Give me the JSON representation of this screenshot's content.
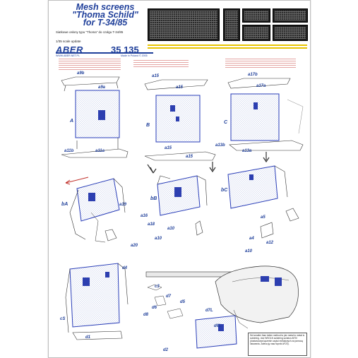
{
  "header": {
    "title_line1": "Mesh screens",
    "title_line2": "\"Thoma Schild\"",
    "title_line3": "for T-34/85",
    "subtitle": "Siatkowe osłony typu \"Thoma\" do czołgu T-34/85",
    "scale": "1/35 scale update",
    "brand": "ABER",
    "code": "35 135",
    "website": "WWW.ABER.NET.PL",
    "made_in": "Made in Poland © 2005"
  },
  "labels": {
    "a9b": "a9b",
    "a9a": "a9a",
    "A": "A",
    "a11b": "a11b",
    "a11a": "a11a",
    "a15_top": "a15",
    "a15a": "a15",
    "B": "B",
    "a15_b1": "a15",
    "a15_b2": "a15",
    "a17b": "a17b",
    "a17a": "a17a",
    "C": "C",
    "a13b": "a13b",
    "a13a": "a13a",
    "bA": "bA",
    "bB": "bB",
    "bC": "bC",
    "a19": "a19",
    "a16": "a16",
    "a18": "a18",
    "a10_1": "a10",
    "a10_2": "a10",
    "a20": "a20",
    "a12": "a12",
    "a10_3": "a10",
    "a5": "a5",
    "a4": "a4",
    "c3": "c3",
    "d4": "d4",
    "d7": "d7",
    "d5": "d5",
    "d6": "d6",
    "d8": "d8",
    "d7L": "d7L",
    "d6L": "d6L",
    "d1": "d1",
    "d2": "d2",
    "cS": "cS"
  },
  "bottom_note": "Set smaller than better method to join metal to metal is soldering. Use WSOLN soldering solution AF20 (dostarczana łączenie części metalowych za pomocą lutowania. Zaleca ję nasz topnik AF20).",
  "colors": {
    "accent": "#1f3f9a",
    "red_note": "#b5322c",
    "yellow": "#e8c400"
  }
}
